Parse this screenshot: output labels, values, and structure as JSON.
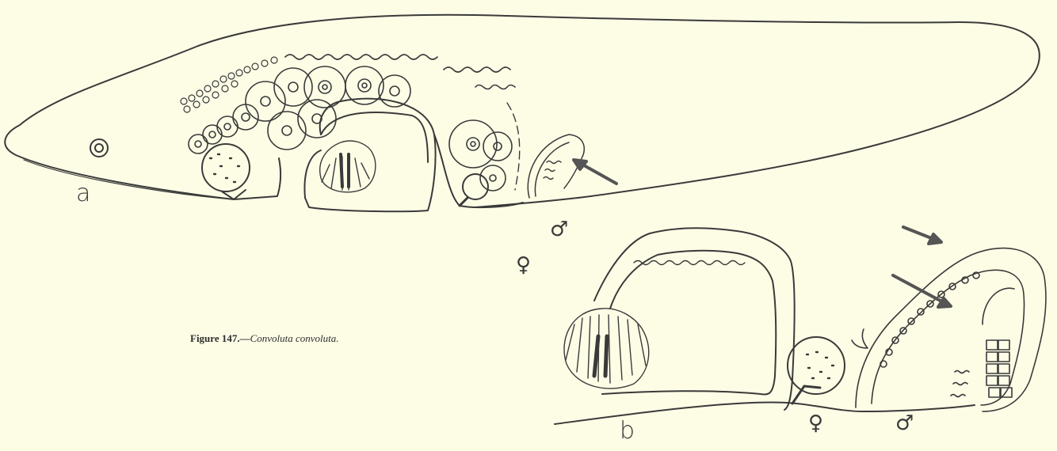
{
  "figure": {
    "caption_prefix": "Figure 147.",
    "caption_dash": "—",
    "caption_species": "Convoluta convoluta."
  },
  "panels": [
    {
      "label": "a",
      "female_symbol": "♀",
      "male_symbol": "♂"
    },
    {
      "label": "b",
      "female_symbol": "♀",
      "male_symbol": "♂"
    }
  ],
  "colors": {
    "background": "#fdfde6",
    "ink": "#3a3a3a"
  }
}
